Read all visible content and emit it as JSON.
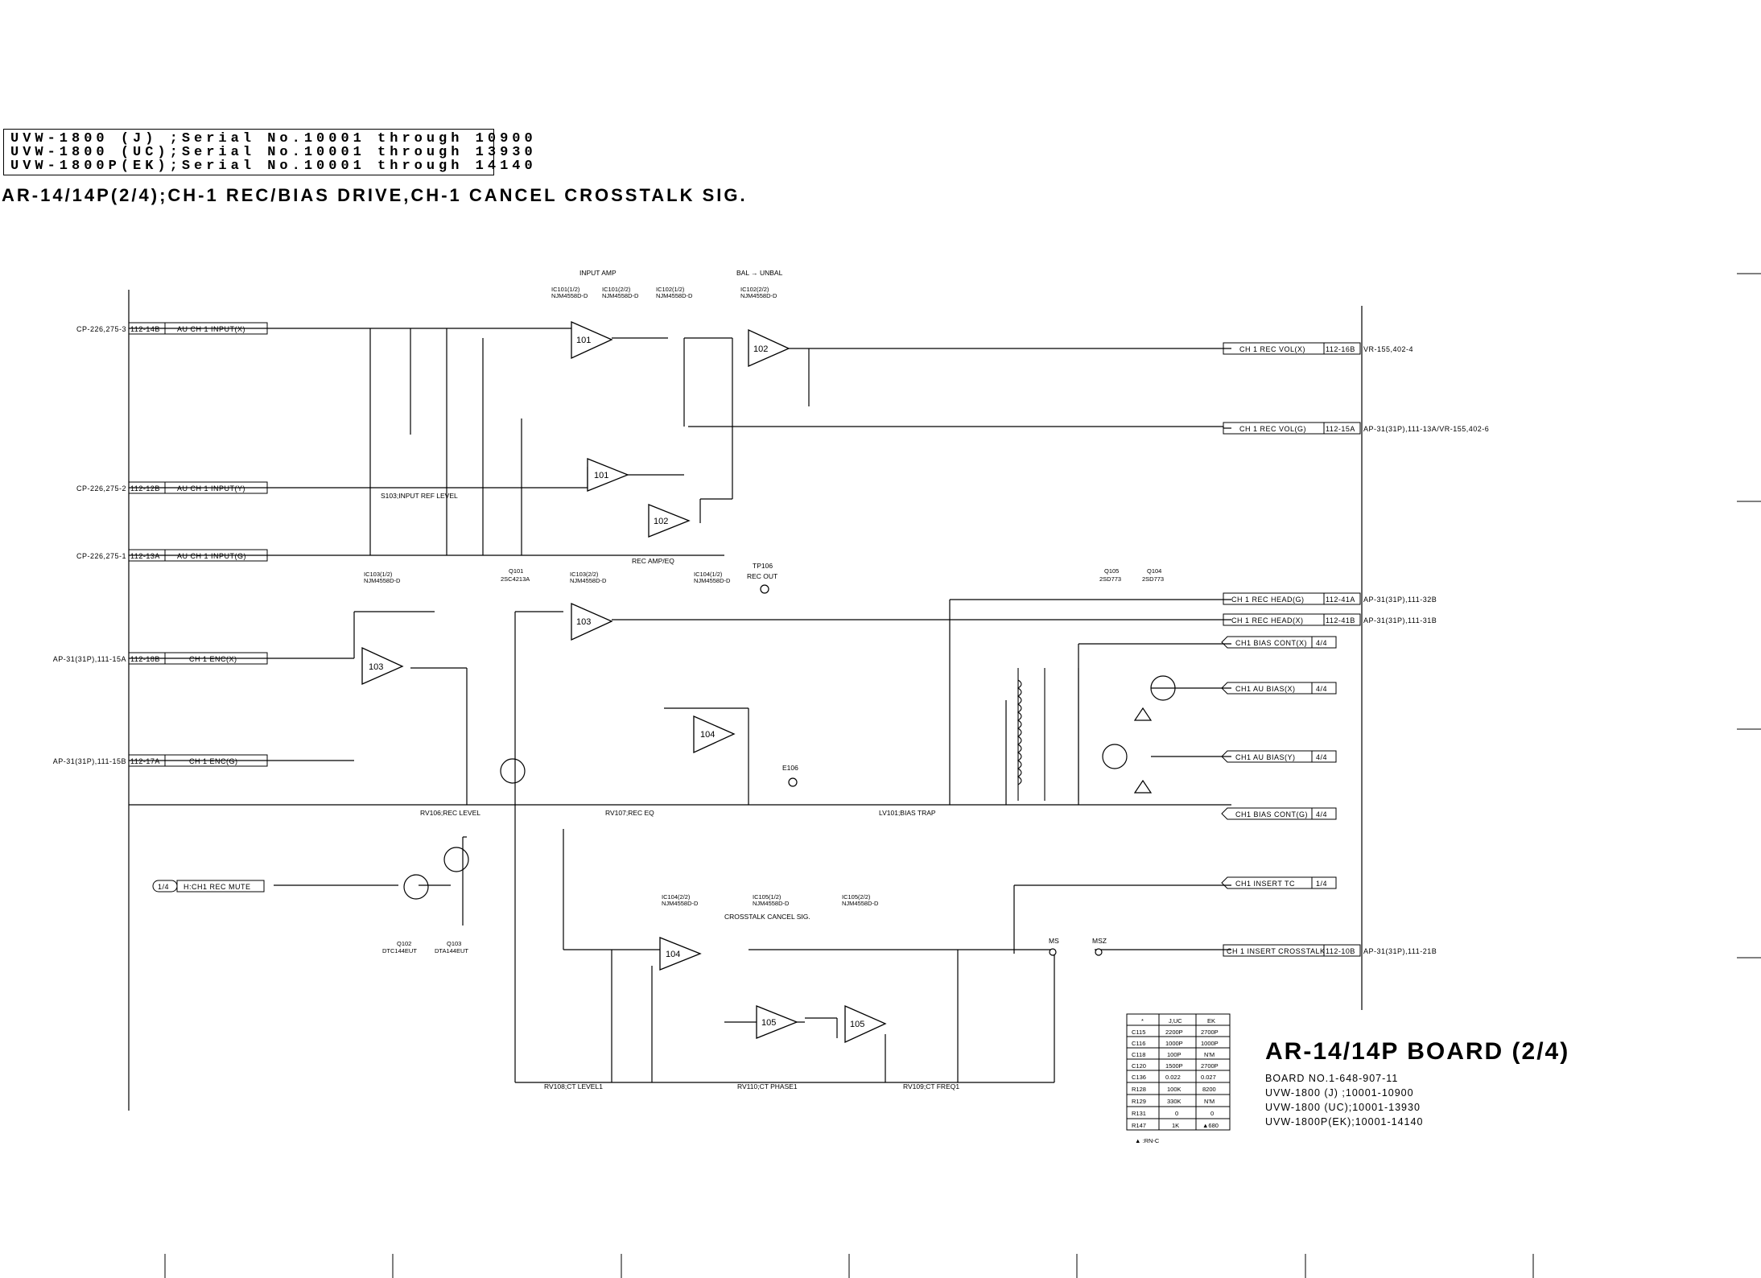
{
  "serial_lines": [
    "UVW-1800 (J) ;Serial No.10001 through 10900",
    "UVW-1800 (UC);Serial No.10001 through 13930",
    "UVW-1800P(EK);Serial No.10001 through 14140"
  ],
  "title": "AR-14/14P(2/4);CH-1 REC/BIAS DRIVE,CH-1 CANCEL CROSSTALK SIG.",
  "inputs": [
    {
      "ref": "CP-226,275-3",
      "pin": "112-14B",
      "signal": "AU CH 1 INPUT(X)"
    },
    {
      "ref": "CP-226,275-2",
      "pin": "112-12B",
      "signal": "AU CH 1 INPUT(Y)"
    },
    {
      "ref": "CP-226,275-1",
      "pin": "112-13A",
      "signal": "AU CH 1 INPUT(G)"
    },
    {
      "ref": "AP-31(31P),111-15A",
      "pin": "112-18B",
      "signal": "CH 1 ENC(X)"
    },
    {
      "ref": "AP-31(31P),111-15B",
      "pin": "112-17A",
      "signal": "CH 1 ENC(G)"
    }
  ],
  "outputs": [
    {
      "signal": "CH 1 REC VOL(X)",
      "pin": "112-16B",
      "ref": "VR-155,402-4"
    },
    {
      "signal": "CH 1 REC VOL(G)",
      "pin": "112-15A",
      "ref": "AP-31(31P),111-13A/VR-155,402-6"
    },
    {
      "signal": "CH 1 REC HEAD(G)",
      "pin": "112-41A",
      "ref": "AP-31(31P),111-32B"
    },
    {
      "signal": "CH 1 REC HEAD(X)",
      "pin": "112-41B",
      "ref": "AP-31(31P),111-31B"
    },
    {
      "signal": "CH 1 INSERT CROSSTALK",
      "pin": "112-10B",
      "ref": "AP-31(31P),111-21B"
    }
  ],
  "page_links": [
    {
      "signal": "CH1 BIAS CONT(X)",
      "page": "4/4"
    },
    {
      "signal": "CH1 AU BIAS(X)",
      "page": "4/4"
    },
    {
      "signal": "CH1 AU BIAS(Y)",
      "page": "4/4"
    },
    {
      "signal": "CH1 BIAS CONT(G)",
      "page": "4/4"
    },
    {
      "signal": "CH1 INSERT TC",
      "page": "1/4"
    }
  ],
  "mute_link": {
    "page": "1/4",
    "signal": "H:CH1 REC MUTE"
  },
  "section_labels": {
    "input_amp": "INPUT AMP",
    "bal_unbal": "BAL → UNBAL",
    "rec_amp_eq": "REC AMP/EQ",
    "crosstalk": "CROSSTALK CANCEL SIG.",
    "s103": "S103;INPUT REF LEVEL",
    "rv106": "RV106;REC LEVEL",
    "rv107": "RV107;REC EQ",
    "lv101": "LV101;BIAS TRAP",
    "rv108": "RV108;CT LEVEL1",
    "rv110": "RV110;CT PHASE1",
    "rv109": "RV109;CT FREQ1",
    "tp106": "TP106",
    "rec_out": "REC OUT",
    "e106": "E106",
    "ms": "MS",
    "msz": "MSZ"
  },
  "ic_labels": [
    {
      "name": "IC101(1/2)",
      "part": "NJM4558D-D"
    },
    {
      "name": "IC101(2/2)",
      "part": "NJM4558D-D"
    },
    {
      "name": "IC102(1/2)",
      "part": "NJM4558D-D"
    },
    {
      "name": "IC102(2/2)",
      "part": "NJM4558D-D"
    },
    {
      "name": "IC103(1/2)",
      "part": "NJM4558D-D"
    },
    {
      "name": "IC103(2/2)",
      "part": "NJM4558D-D"
    },
    {
      "name": "IC104(1/2)",
      "part": "NJM4558D-D"
    },
    {
      "name": "IC104(2/2)",
      "part": "NJM4558D-D"
    },
    {
      "name": "IC105(1/2)",
      "part": "NJM4558D-D"
    },
    {
      "name": "IC105(2/2)",
      "part": "NJM4558D-D"
    }
  ],
  "transistors": {
    "q101": {
      "name": "Q101",
      "part": "2SC4213A"
    },
    "q105": {
      "name": "Q105",
      "part": "2SD773"
    },
    "q104": {
      "name": "Q104",
      "part": "2SD773"
    },
    "q102": {
      "name": "Q102",
      "part": "DTC144EUT"
    },
    "q103": {
      "name": "Q103",
      "part": "DTA144EUT"
    }
  },
  "table": {
    "headers": [
      "*",
      "J,UC",
      "EK"
    ],
    "rows": [
      [
        "C115",
        "2200P",
        "2700P"
      ],
      [
        "C116",
        "1000P",
        "1000P"
      ],
      [
        "C118",
        "100P",
        "N'M"
      ],
      [
        "C120",
        "1500P",
        "2700P"
      ],
      [
        "C136",
        "0.022",
        "0.027"
      ],
      [
        "R128",
        "100K",
        "8200"
      ],
      [
        "R129",
        "330K",
        "N'M"
      ],
      [
        "R131",
        "0",
        "0"
      ],
      [
        "R147",
        "1K",
        "▲680"
      ]
    ],
    "note": "▲ :RN-C"
  },
  "board": {
    "title": "AR-14/14P BOARD (2/4)",
    "lines": [
      "BOARD NO.1-648-907-11",
      "UVW-1800 (J) ;10001-10900",
      "UVW-1800 (UC);10001-13930",
      "UVW-1800P(EK);10001-14140"
    ]
  },
  "colors": {
    "ink": "#000000",
    "paper": "#ffffff"
  }
}
